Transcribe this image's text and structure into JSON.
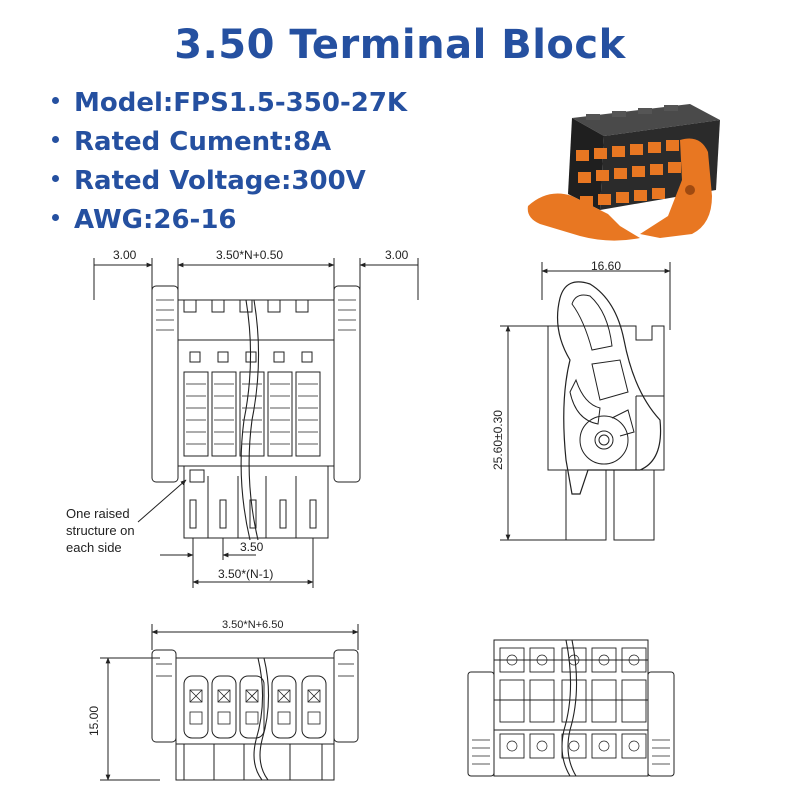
{
  "title": "3.50 Terminal Block",
  "specs": [
    "Model:FPS1.5-350-27K",
    "Rated Cument:8A",
    "Rated Voltage:300V",
    "AWG:26-16"
  ],
  "dimensions": {
    "front_left": "3.00",
    "front_width": "3.50*N+0.50",
    "front_right": "3.00",
    "pitch": "3.50",
    "pitch_total": "3.50*(N-1)",
    "side_width": "16.60",
    "side_height": "25.60±0.30",
    "top_width": "3.50*N+6.50",
    "top_height": "15.00"
  },
  "note_lines": [
    "One raised",
    "structure on",
    "each side"
  ],
  "colors": {
    "title": "#2550a0",
    "product_body": "#2b2b2b",
    "product_orange": "#e87722"
  }
}
